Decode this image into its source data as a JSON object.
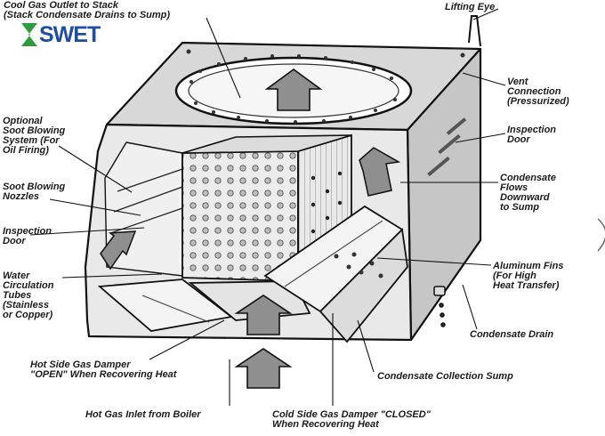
{
  "brand": {
    "logo_text": "SWET",
    "colors": {
      "blue": "#1f4fa0",
      "green": "#2e9b3c"
    }
  },
  "labels": {
    "cool_gas_outlet": "Cool Gas Outlet to Stack",
    "cool_gas_outlet_sub": "(Stack Condensate Drains to Sump)",
    "lifting_eye": "Lifting Eye",
    "vent_connection": "Vent\nConnection\n(Pressurized)",
    "inspection_door_right": "Inspection\nDoor",
    "condensate_flows": "Condensate\nFlows\nDownward\nto Sump",
    "optional_soot_blowing": "Optional\nSoot Blowing\nSystem (For\nOil Firing)",
    "soot_blowing_nozzles": "Soot Blowing\nNozzles",
    "inspection_door_left": "Inspection\nDoor",
    "water_circulation_tubes": "Water\nCirculation\nTubes\n(Stainless\nor Copper)",
    "aluminum_fins": "Aluminum Fins\n(For High\nHeat Transfer)",
    "condensate_drain": "Condensate Drain",
    "hot_side_damper": "Hot Side Gas Damper\n\"OPEN\" When Recovering Heat",
    "condensate_sump": "Condensate Collection Sump",
    "hot_gas_inlet": "Hot Gas Inlet from Boiler",
    "cold_side_damper": "Cold Side Gas Damper \"CLOSED\"\nWhen Recovering Heat"
  }
}
